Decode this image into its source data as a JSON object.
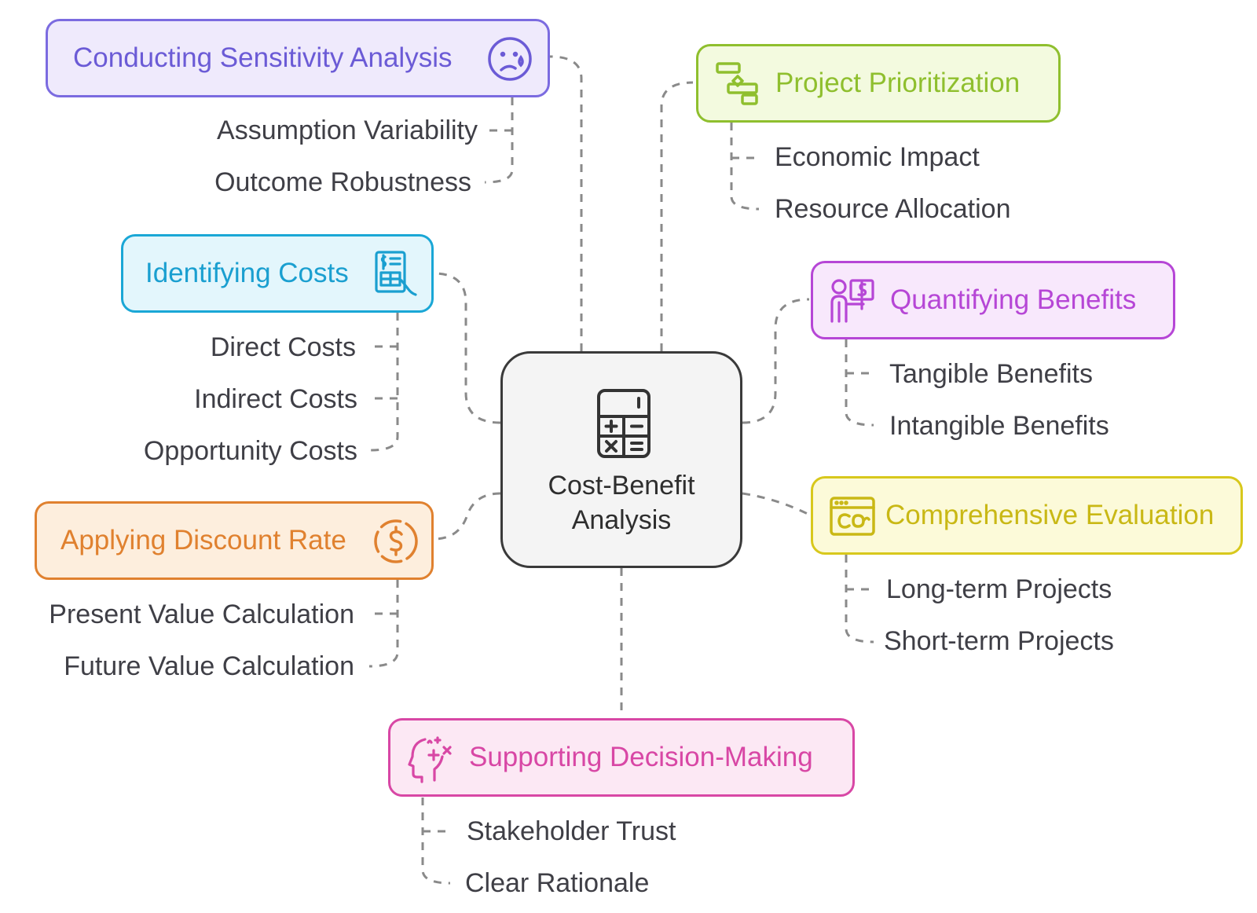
{
  "center": {
    "line1": "Cost-Benefit",
    "line2": "Analysis",
    "icon": "calculator-icon"
  },
  "topics": {
    "sensitivity": {
      "label": "Conducting Sensitivity Analysis",
      "icon": "sad-face-icon",
      "color": "#7b6be0",
      "fill": "#efeafc",
      "items": [
        "Assumption Variability",
        "Outcome Robustness"
      ]
    },
    "costs": {
      "label": "Identifying Costs",
      "icon": "invoice-icon",
      "color": "#1aa7d6",
      "fill": "#e3f6fc",
      "items": [
        "Direct Costs",
        "Indirect Costs",
        "Opportunity Costs"
      ]
    },
    "discount": {
      "label": "Applying Discount Rate",
      "icon": "dollar-circle-icon",
      "color": "#e0812f",
      "fill": "#fdeedd",
      "items": [
        "Present Value Calculation",
        "Future Value Calculation"
      ]
    },
    "prioritization": {
      "label": "Project Prioritization",
      "icon": "gantt-icon",
      "color": "#8fbf2e",
      "fill": "#f3fadf",
      "items": [
        "Economic Impact",
        "Resource Allocation"
      ]
    },
    "benefits": {
      "label": "Quantifying Benefits",
      "icon": "presenter-icon",
      "color": "#b646d6",
      "fill": "#f8e8fc",
      "items": [
        "Tangible Benefits",
        "Intangible Benefits"
      ]
    },
    "evaluation": {
      "label": "Comprehensive Evaluation",
      "icon": "browser-window-icon",
      "color": "#d8c81c",
      "fill": "#fcfad9",
      "items": [
        "Long-term Projects",
        "Short-term Projects"
      ]
    },
    "decision": {
      "label": "Supporting Decision-Making",
      "icon": "head-sparkle-icon",
      "color": "#d847a5",
      "fill": "#fce8f4",
      "items": [
        "Stakeholder Trust",
        "Clear Rationale"
      ]
    }
  },
  "connector_color": "#8a8a8a"
}
